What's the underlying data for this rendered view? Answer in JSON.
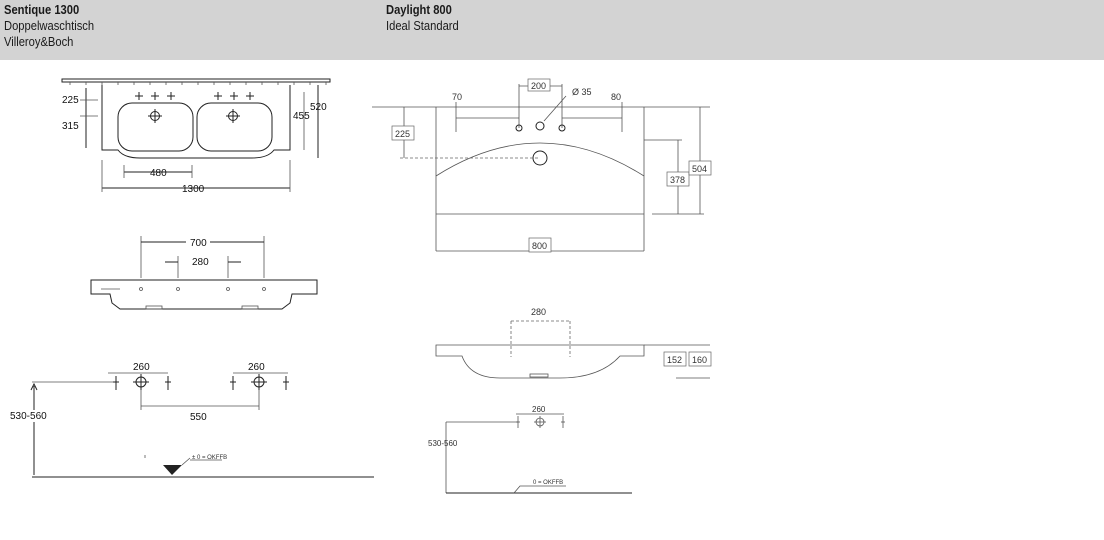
{
  "products": [
    {
      "name": "Sentique 1300",
      "type": "Doppelwaschtisch",
      "brand": "Villeroy&Boch"
    },
    {
      "name": "Daylight 800",
      "brand": "Ideal Standard"
    }
  ],
  "sentique_dims": {
    "d225": "225",
    "d315": "315",
    "d520": "520",
    "d455": "455",
    "d480": "480",
    "d1300": "1300",
    "d700": "700",
    "d280": "280",
    "d260a": "260",
    "d260b": "260",
    "d550": "550",
    "d530_560": "530-560",
    "okffb": "± 0 = OKFFB"
  },
  "daylight_dims": {
    "d200": "200",
    "dia35": "Ø 35",
    "d70": "70",
    "d80": "80",
    "d225": "225",
    "d378": "378",
    "d504": "504",
    "d800": "800",
    "d280": "280",
    "d152": "152",
    "d160": "160",
    "d260": "260",
    "d530_560": "530-560",
    "okffb": "0 = OKFFB"
  }
}
